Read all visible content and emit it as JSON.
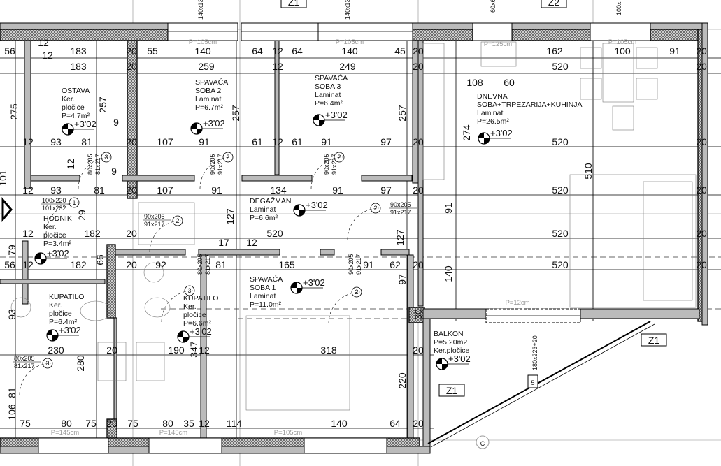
{
  "plan": {
    "tags": [
      "Z1",
      "Z2",
      "Z1",
      "Z1",
      "5",
      "C"
    ],
    "window_sizes": [
      "140x13",
      "140x13",
      "60x6",
      "100x",
      "180x223+20"
    ],
    "sill_heights": [
      "P=105cm",
      "P=105cm",
      "P=125cm",
      "P=105cm",
      "P=145cm",
      "P=145cm",
      "P=105cm",
      "P=12cm"
    ],
    "rooms": [
      {
        "name": "OSTAVA",
        "lines": [
          "Ker.",
          "pločice",
          "P=4.7m²"
        ],
        "elevation": "+3'02"
      },
      {
        "name": "SPAVAĆA",
        "lines": [
          "SOBA 2",
          "Laminat",
          "P=6.7m²"
        ],
        "elevation": "+3'02"
      },
      {
        "name": "SPAVAĆA",
        "lines": [
          "SOBA 3",
          "Laminat",
          "P=6.4m²"
        ],
        "elevation": "+3'02"
      },
      {
        "name": "DNEVNA",
        "lines": [
          "SOBA+TRPEZARIJA+KUHINJA",
          "Laminat",
          "P=26.5m²"
        ],
        "elevation": "+3'02"
      },
      {
        "name": "DEGAŽMAN",
        "lines": [
          "Laminat",
          "P=6.6m²"
        ],
        "elevation": "+3'02"
      },
      {
        "name": "HODNIK",
        "lines": [
          "Ker.",
          "pločice",
          "P=3.4m²"
        ],
        "elevation": "+3'02"
      },
      {
        "name": "KUPATILO",
        "lines": [
          "Ker.",
          "pločice",
          "P=6.4m²"
        ],
        "elevation": "+3'02"
      },
      {
        "name": "KUPATILO",
        "lines": [
          "Ker.",
          "pločice",
          "P=6.6m²"
        ],
        "elevation": "+3'02"
      },
      {
        "name": "SPAVAĆA",
        "lines": [
          "SOBA 1",
          "Laminat",
          "P=11.0m²"
        ],
        "elevation": "+3'02"
      },
      {
        "name": "BALKON",
        "lines": [
          "P=5.20m2",
          "Ker.pločice"
        ],
        "elevation": "+3'02"
      }
    ],
    "doors": [
      {
        "size": "100x220",
        "frame": "101x232",
        "type": "1"
      },
      {
        "size": "90x205",
        "frame": "91x217",
        "type": "2"
      },
      {
        "size": "80x205",
        "frame": "81x217",
        "type": "3"
      },
      {
        "size": "90x205",
        "frame": "91x217",
        "type": "2"
      },
      {
        "size": "90x205",
        "frame": "91x217",
        "type": "2"
      },
      {
        "size": "90x205",
        "frame": "91x217",
        "type": "2"
      },
      {
        "size": "80x205",
        "frame": "81x217",
        "type": "3"
      },
      {
        "size": "90x205",
        "frame": "91x217",
        "type": "2"
      },
      {
        "size": "80x205",
        "frame": "81x217",
        "type": "3"
      }
    ],
    "dimensions": [
      "56",
      "183",
      "20",
      "55",
      "140",
      "64",
      "12",
      "64",
      "140",
      "45",
      "20",
      "162",
      "100",
      "91",
      "20",
      "183",
      "20",
      "259",
      "12",
      "249",
      "20",
      "520",
      "20",
      "12",
      "93",
      "81",
      "20",
      "107",
      "91",
      "61",
      "12",
      "61",
      "91",
      "97",
      "20",
      "520",
      "20",
      "12",
      "93",
      "81",
      "20",
      "107",
      "91",
      "134",
      "91",
      "97",
      "20",
      "520",
      "20",
      "12",
      "182",
      "20",
      "520",
      "520",
      "20",
      "56",
      "12",
      "182",
      "20",
      "92",
      "81",
      "165",
      "91",
      "62",
      "20",
      "520",
      "20",
      "230",
      "20",
      "190",
      "12",
      "318",
      "20",
      "75",
      "80",
      "75",
      "20",
      "75",
      "80",
      "35",
      "12",
      "114",
      "140",
      "64",
      "20",
      "12",
      "12",
      "9",
      "9",
      "17",
      "12",
      "108",
      "60",
      "29"
    ],
    "vertical_dimensions": [
      "275",
      "257",
      "257",
      "257",
      "274",
      "510",
      "91",
      "127",
      "127",
      "79",
      "66",
      "93",
      "280",
      "347",
      "97",
      "140",
      "30",
      "220",
      "106",
      "81",
      "12",
      "101"
    ]
  }
}
